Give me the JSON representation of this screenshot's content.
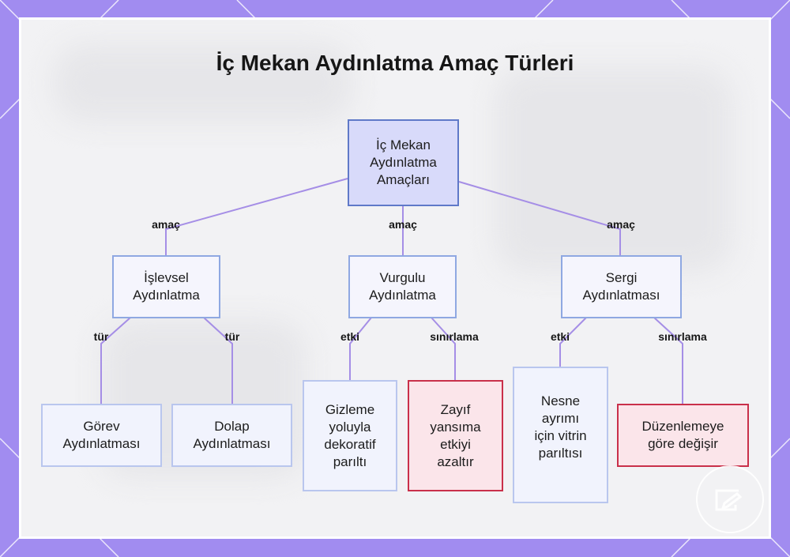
{
  "title": "İç Mekan Aydınlatma Amaç Türleri",
  "colors": {
    "background": "#a18cf0",
    "edge": "#a58ee6",
    "root_fill": "#d8dafa",
    "root_border": "#5f79c8",
    "warning_border": "#c9304a"
  },
  "nodes": {
    "root": [
      "İç Mekan",
      "Aydınlatma",
      "Amaçları"
    ],
    "functional": [
      "İşlevsel",
      "Aydınlatma"
    ],
    "accent": [
      "Vurgulu",
      "Aydınlatma"
    ],
    "exhibit": [
      "Sergi",
      "Aydınlatması"
    ],
    "task": [
      "Görev",
      "Aydınlatması"
    ],
    "cabinet": [
      "Dolap",
      "Aydınlatması"
    ],
    "conceal": [
      "Gizleme",
      "yoluyla",
      "dekoratif",
      "parıltı"
    ],
    "reflect": [
      "Zayıf",
      "yansıma",
      "etkiyi",
      "azaltır"
    ],
    "separate": [
      "Nesne",
      "ayrımı",
      "için vitrin",
      "parıltısı"
    ],
    "arrange": [
      "Düzenlemeye",
      "göre değişir"
    ]
  },
  "edge_labels": {
    "root_functional": "amaç",
    "root_accent": "amaç",
    "root_exhibit": "amaç",
    "functional_task": "tür",
    "functional_cabinet": "tür",
    "accent_conceal": "etki",
    "accent_reflect": "sınırlama",
    "exhibit_separate": "etki",
    "exhibit_arrange": "sınırlama"
  },
  "logo_icon": "edit-pen-logo-icon"
}
